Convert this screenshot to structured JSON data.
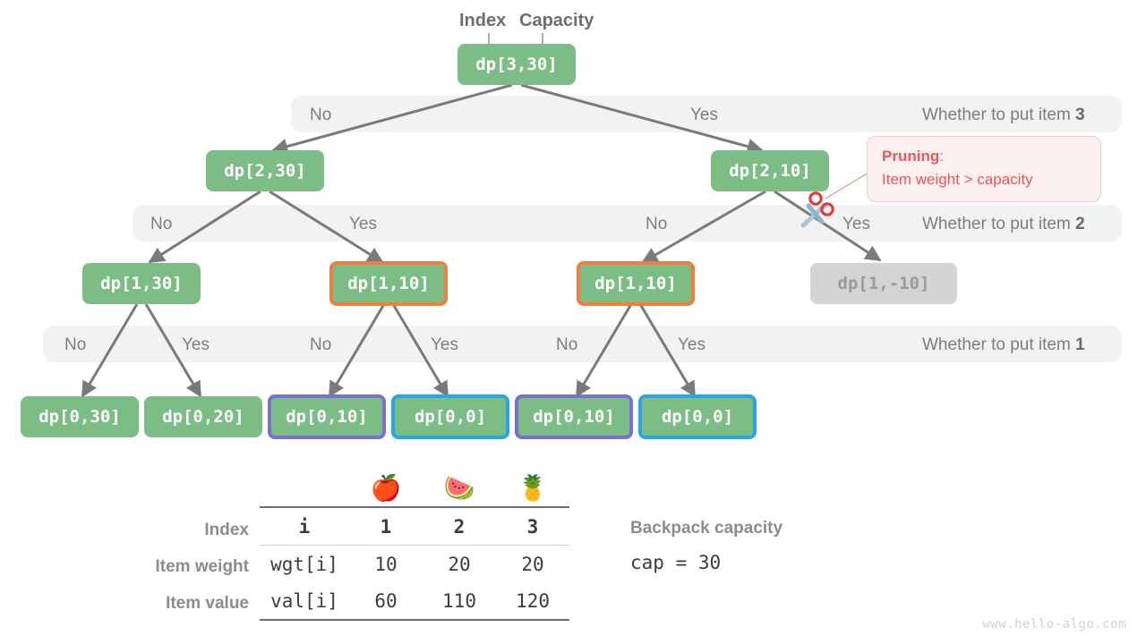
{
  "captions": {
    "index": "Index",
    "capacity": "Capacity"
  },
  "colors": {
    "node_green": "#7cbd86",
    "node_muted": "#d4d4d4",
    "highlight_orange": "#ef7e45",
    "highlight_purple": "#7b6fd4",
    "highlight_blue": "#27a5e5",
    "band_gray": "#f2f2f2",
    "edge_gray": "#7a7a7a",
    "prune_red": "#e8575c"
  },
  "tree": {
    "levels": [
      {
        "label": "Whether to put item 3",
        "item": "3",
        "branches": [
          "No",
          "Yes"
        ]
      },
      {
        "label": "Whether to put item 2",
        "item": "2",
        "branches": [
          "No",
          "Yes",
          "No",
          "Yes"
        ]
      },
      {
        "label": "Whether to put item 1",
        "item": "1",
        "branches": [
          "No",
          "Yes",
          "No",
          "Yes",
          "No",
          "Yes"
        ]
      }
    ],
    "nodes": [
      {
        "id": "root",
        "text": "dp[3,30]",
        "state": "normal"
      },
      {
        "id": "n230",
        "text": "dp[2,30]",
        "state": "normal"
      },
      {
        "id": "n210",
        "text": "dp[2,10]",
        "state": "normal"
      },
      {
        "id": "n130",
        "text": "dp[1,30]",
        "state": "normal"
      },
      {
        "id": "n110a",
        "text": "dp[1,10]",
        "state": "orange"
      },
      {
        "id": "n110b",
        "text": "dp[1,10]",
        "state": "orange"
      },
      {
        "id": "n1m10",
        "text": "dp[1,-10]",
        "state": "muted"
      },
      {
        "id": "n030",
        "text": "dp[0,30]",
        "state": "normal"
      },
      {
        "id": "n020",
        "text": "dp[0,20]",
        "state": "normal"
      },
      {
        "id": "n010a",
        "text": "dp[0,10]",
        "state": "purple"
      },
      {
        "id": "n00a",
        "text": "dp[0,0]",
        "state": "blue"
      },
      {
        "id": "n010b",
        "text": "dp[0,10]",
        "state": "purple"
      },
      {
        "id": "n00b",
        "text": "dp[0,0]",
        "state": "blue"
      }
    ]
  },
  "pruning": {
    "title": "Pruning",
    "colon": ":",
    "reason": "Item weight > capacity",
    "icon": "scissors-icon"
  },
  "table": {
    "row_headers": [
      "Index",
      "Item weight",
      "Item value"
    ],
    "icons": [
      "apple",
      "watermelon",
      "pineapple"
    ],
    "icon_glyphs": [
      "🍎",
      "🍉",
      "🍍"
    ],
    "columns": [
      "i",
      "1",
      "2",
      "3"
    ],
    "rows": [
      {
        "name": "wgt[i]",
        "values": [
          "10",
          "20",
          "20"
        ]
      },
      {
        "name": "val[i]",
        "values": [
          "60",
          "110",
          "120"
        ]
      }
    ]
  },
  "capacity_note": {
    "title": "Backpack capacity",
    "code": "cap = 30"
  },
  "watermark": "www.hello-algo.com"
}
